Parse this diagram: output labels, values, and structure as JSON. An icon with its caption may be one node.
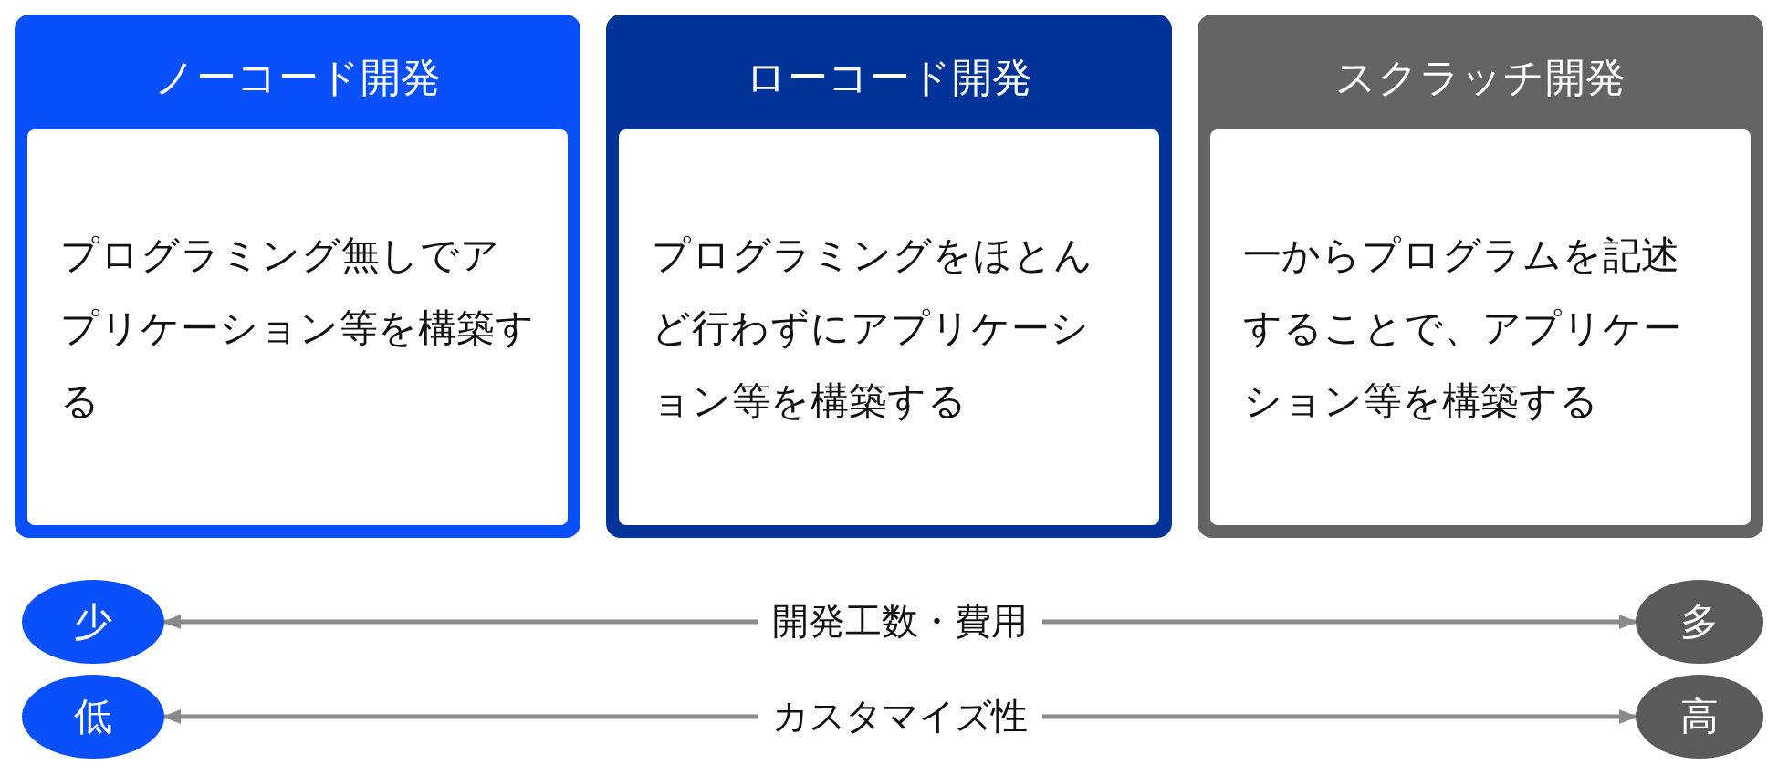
{
  "diagram": {
    "nodes": [
      {
        "text": [
          "ノーコード開発",
          "プログラミング無しでアプリケーション等を構築する"
        ]
      },
      {
        "text": [
          "ローコード開発",
          "プログラミングをほとんど行わずにアプリケーション等を構築する"
        ]
      },
      {
        "text": [
          "スクラッチ開発",
          "一からプログラムを記述することで、アプリケーション等を構築する"
        ]
      },
      {
        "text": [
          "少"
        ]
      },
      {
        "text": [
          "多"
        ]
      },
      {
        "text": [
          "低"
        ]
      },
      {
        "text": [
          "高"
        ]
      }
    ],
    "edges": [
      {
        "from": 3,
        "to": 4,
        "arrow": "both",
        "label": "開発工数・費用"
      },
      {
        "from": 5,
        "to": 6,
        "arrow": "both",
        "label": "カスタマイズ性"
      }
    ]
  }
}
